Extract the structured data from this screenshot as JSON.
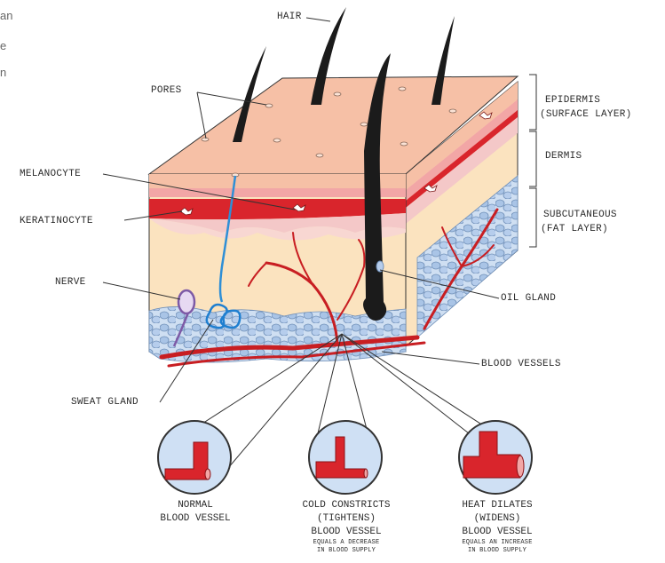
{
  "fragments": [
    "an",
    "e",
    "n"
  ],
  "labels": {
    "hair": "HAIR",
    "pores": "PORES",
    "melanocyte": "MELANOCYTE",
    "keratinocyte": "KERATINOCYTE",
    "nerve": "NERVE",
    "sweat_gland": "SWEAT GLAND",
    "epidermis": "EPIDERMIS",
    "epidermis_sub": "(SURFACE LAYER)",
    "dermis": "DERMIS",
    "subcutaneous": "SUBCUTANEOUS",
    "subcutaneous_sub": "(FAT LAYER)",
    "oil_gland": "OIL GLAND",
    "blood_vessels": "BLOOD VESSELS"
  },
  "captions": [
    {
      "line1": "NORMAL",
      "line2": "BLOOD VESSEL",
      "line3": "",
      "line4": ""
    },
    {
      "line1": "COLD CONSTRICTS",
      "line2": "(TIGHTENS)",
      "line3": "BLOOD VESSEL",
      "line4": "EQUALS A DECREASE",
      "line5": "IN BLOOD SUPPLY"
    },
    {
      "line1": "HEAT DILATES",
      "line2": "(WIDENS)",
      "line3": "BLOOD VESSEL",
      "line4": "EQUALS AN INCREASE",
      "line5": "IN BLOOD SUPPLY"
    }
  ],
  "colors": {
    "epidermis": "#f6c0a6",
    "dermis_red": "#d9252c",
    "dermis_pink": "#f4c8c8",
    "fat": "#fbe3bf",
    "fat_cells": "#a9c4e6",
    "vessel": "#c81e22",
    "nerve": "#4aa6e0",
    "hair": "#1b1b1b"
  }
}
